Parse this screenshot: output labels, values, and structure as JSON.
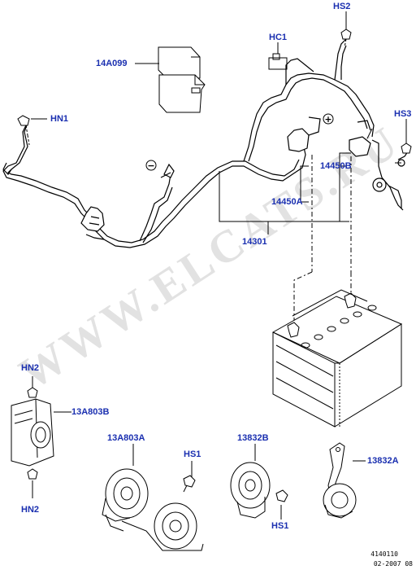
{
  "callouts": {
    "hs2": "HS2",
    "hc1": "HC1",
    "p14a099": "14A099",
    "hn1": "HN1",
    "hs3": "HS3",
    "p14450b": "14450B",
    "p14450a": "14450A",
    "p14301": "14301",
    "hn2_top": "HN2",
    "p13a803b": "13A803B",
    "hn2_bottom": "HN2",
    "p13a803a": "13A803A",
    "hs1_left": "HS1",
    "p13832b": "13832B",
    "hs1_right": "HS1",
    "p13832a": "13832A"
  },
  "symbols": {
    "positive": "+",
    "negative": "−"
  },
  "footer": {
    "drawing_number": "4140110",
    "date_code": "02-2007 08"
  },
  "watermark": "WWW.ELCATS.RU",
  "colors": {
    "callout": "#1a2fb0",
    "line": "#000000",
    "watermark": "#d8d8d8"
  }
}
